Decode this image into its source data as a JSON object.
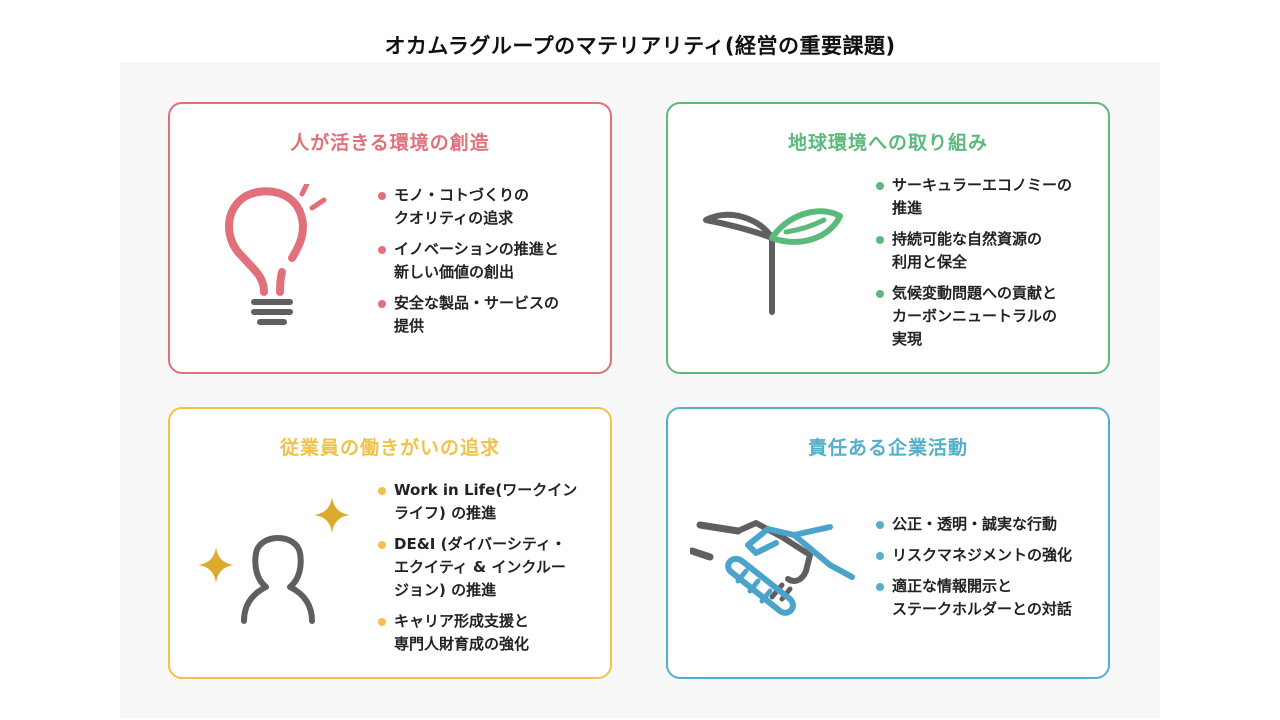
{
  "page_title": "オカムラグループのマテリアリティ(経営の重要課題)",
  "colors": {
    "red": "#e1707a",
    "green": "#5cb97c",
    "yellow": "#efc34a",
    "blue": "#54afc9",
    "icon_gray": "#5f5f5f",
    "sparkle_gold": "#dcaa2c",
    "handshake_blue": "#4ba3cb"
  },
  "cards": [
    {
      "id": "people",
      "title": "人が活きる環境の創造",
      "icon": "lightbulb-icon",
      "items": [
        "モノ・コトづくりの\nクオリティの追求",
        "イノベーションの推進と\n新しい価値の創出",
        "安全な製品・サービスの\n提供"
      ]
    },
    {
      "id": "environment",
      "title": "地球環境への取り組み",
      "icon": "sprout-icon",
      "items": [
        "サーキュラーエコノミーの\n推進",
        "持続可能な自然資源の\n利用と保全",
        "気候変動問題への貢献と\nカーボンニュートラルの\n実現"
      ]
    },
    {
      "id": "employees",
      "title": "従業員の働きがいの追求",
      "icon": "person-sparkle-icon",
      "items": [
        "Work in Life(ワークイン\nライフ) の推進",
        "DE&I (ダイバーシティ・\nエクイティ & インクルー\nジョン) の推進",
        "キャリア形成支援と\n専門人財育成の強化"
      ]
    },
    {
      "id": "governance",
      "title": "責任ある企業活動",
      "icon": "handshake-icon",
      "items": [
        "公正・透明・誠実な行動",
        "リスクマネジメントの強化",
        "適正な情報開示と\nステークホルダーとの対話"
      ]
    }
  ]
}
